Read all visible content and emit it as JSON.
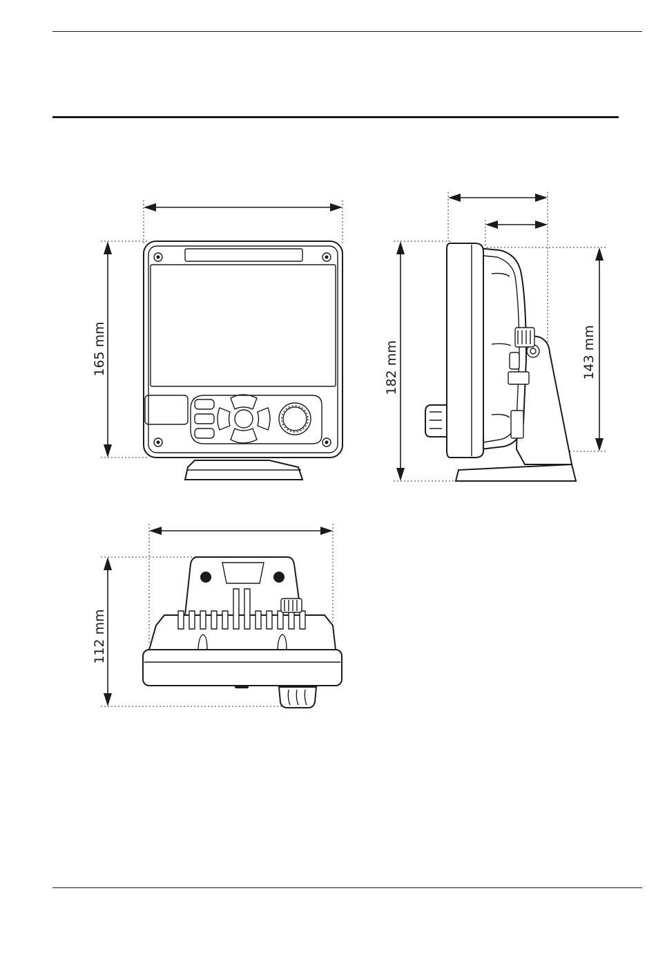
{
  "dimensions": {
    "front_height": "165 mm",
    "side_total_height": "182 mm",
    "side_body_height": "143 mm",
    "top_depth": "112 mm"
  }
}
